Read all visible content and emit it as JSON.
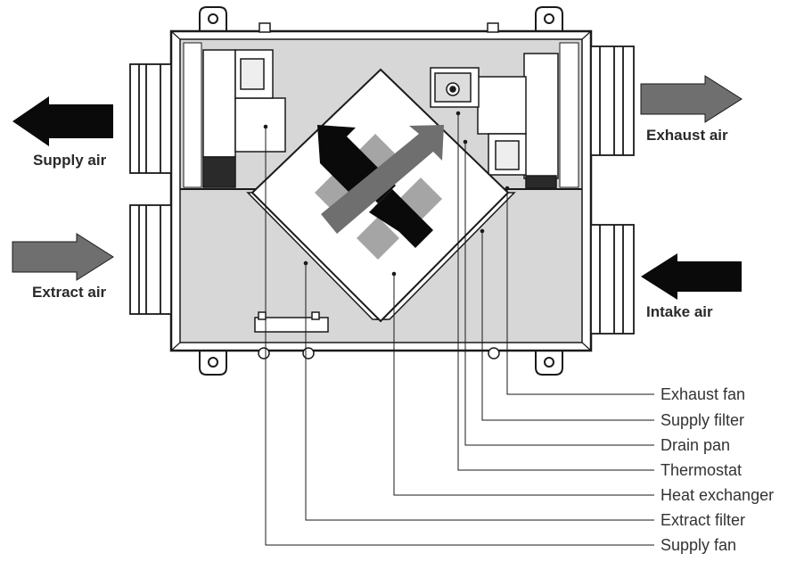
{
  "flows": {
    "supply_air": "Supply air",
    "exhaust_air": "Exhaust air",
    "extract_air": "Extract air",
    "intake_air": "Intake air"
  },
  "components": [
    "Exhaust fan",
    "Supply filter",
    "Drain pan",
    "Thermostat",
    "Heat exchanger",
    "Extract filter",
    "Supply fan"
  ],
  "colors": {
    "fresh_arrow": "#0a0a0a",
    "stale_arrow": "#707070",
    "housing_fill": "#d7d7d7",
    "outline": "#1a1a1a"
  },
  "icons": {
    "supply_air": "arrow-left-icon",
    "exhaust_air": "arrow-right-icon",
    "extract_air": "arrow-right-icon",
    "intake_air": "arrow-left-icon"
  }
}
